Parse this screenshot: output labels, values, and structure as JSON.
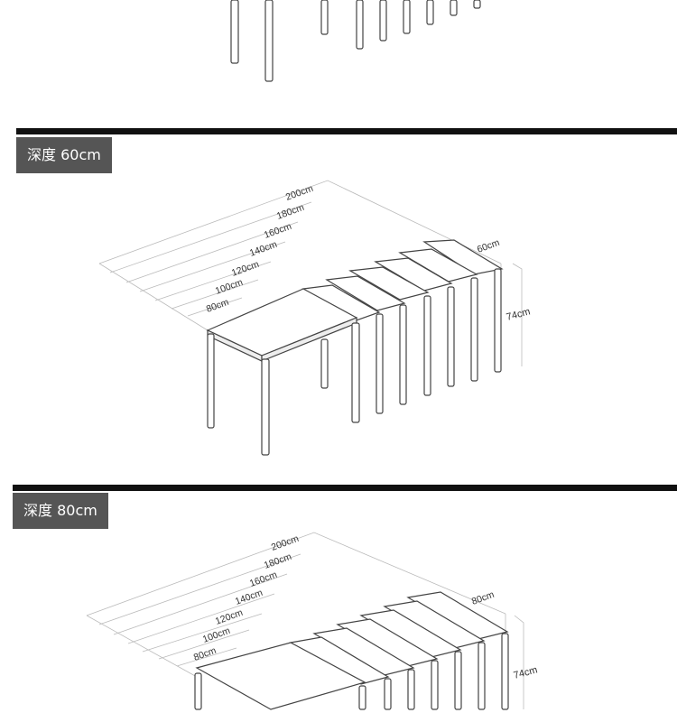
{
  "sections": [
    {
      "label": "深度 60cm",
      "widths": [
        "200cm",
        "180cm",
        "160cm",
        "140cm",
        "120cm",
        "100cm",
        "80cm"
      ],
      "depth_label": "60cm",
      "height_label": "74cm"
    },
    {
      "label": "深度 80cm",
      "widths": [
        "200cm",
        "180cm",
        "160cm",
        "140cm",
        "120cm",
        "100cm",
        "80cm"
      ],
      "depth_label": "80cm",
      "height_label": "74cm"
    }
  ]
}
